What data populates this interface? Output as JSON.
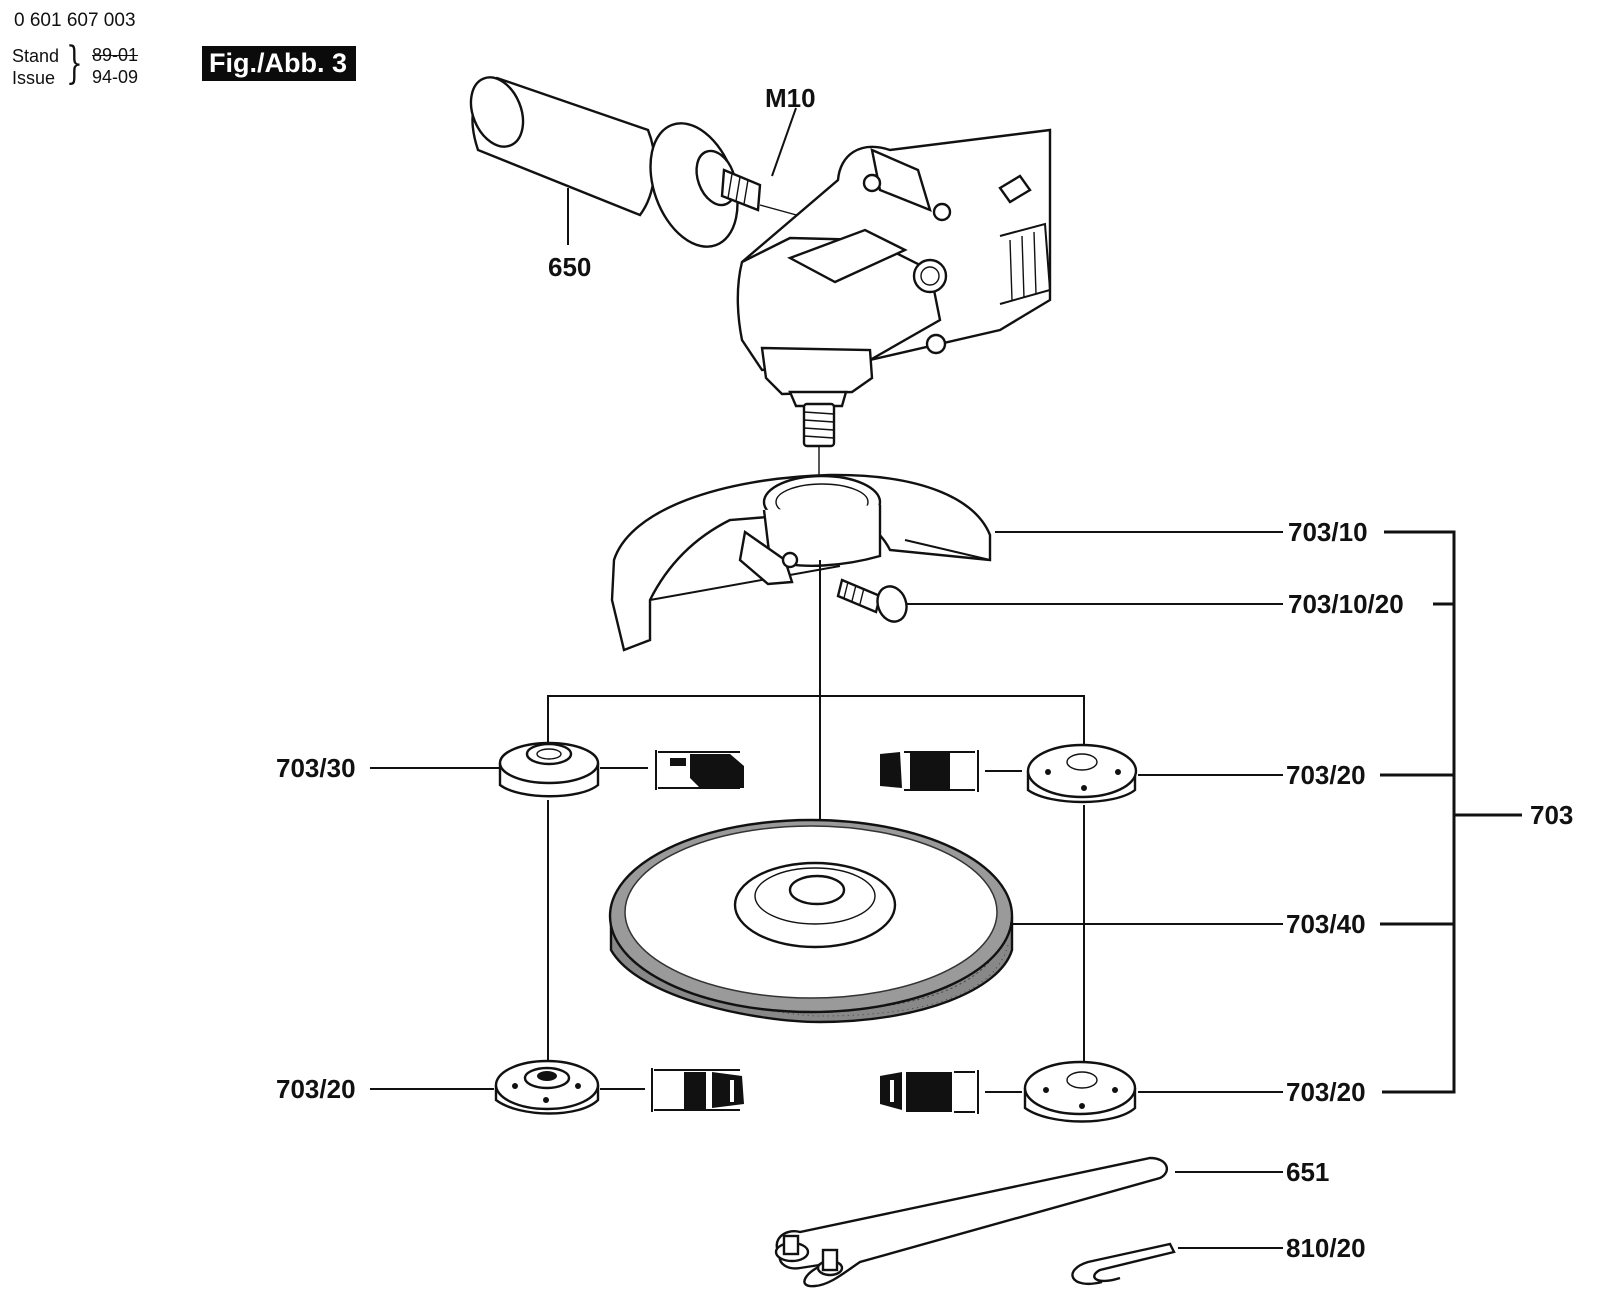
{
  "header": {
    "part_number": "0 601 607 003",
    "stand_label": "Stand",
    "issue_label": "Issue",
    "stand_date": "89-01",
    "issue_date": "94-09",
    "figure_label": "Fig./Abb. 3"
  },
  "diagram": {
    "thread_callout": "M10",
    "parts": {
      "handle": "650",
      "guard": "703/10",
      "guard_screw": "703/10/20",
      "flange_left_top": "703/30",
      "flange_right_top": "703/20",
      "assembly": "703",
      "wheel": "703/40",
      "nut_left_bottom": "703/20",
      "nut_right_bottom": "703/20",
      "spanner": "651",
      "ring": "810/20"
    }
  }
}
